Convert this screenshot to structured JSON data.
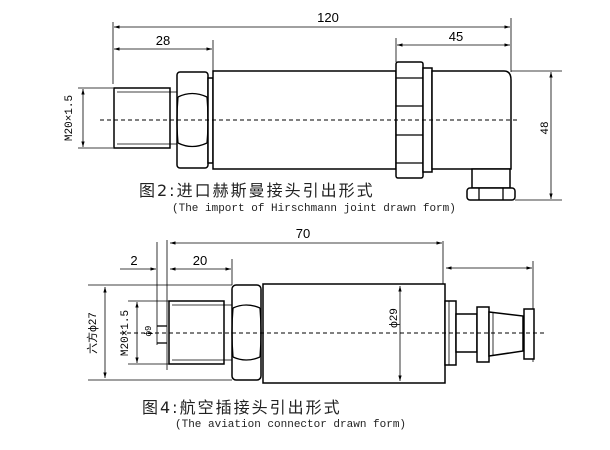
{
  "figure2": {
    "dim_total": "120",
    "dim_thread_len": "28",
    "dim_connector_len": "45",
    "dim_height": "48",
    "dim_thread": "M20×1.5",
    "caption_cn": "图2:进口赫斯曼接头引出形式",
    "caption_en": "(The import of Hirschmann joint drawn form)"
  },
  "figure4": {
    "dim_total": "70",
    "dim_thread_len": "20",
    "dim_step": "2",
    "dim_hex": "六方ф27",
    "dim_thread": "M20×1.5",
    "dim_pin": "ф9",
    "dim_body_dia": "ф29",
    "caption_cn": "图4:航空插接头引出形式",
    "caption_en": "(The aviation connector drawn form)"
  }
}
